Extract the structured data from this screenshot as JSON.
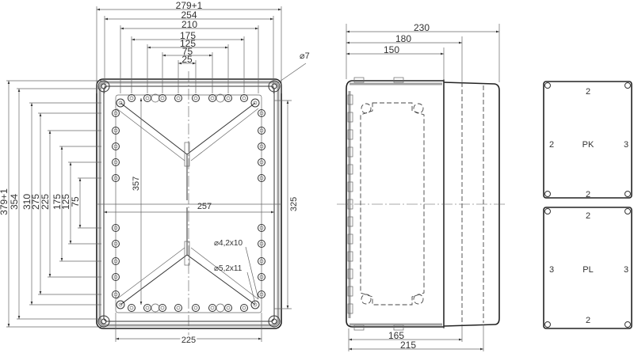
{
  "front_view": {
    "top_dims": [
      "279+1",
      "254",
      "210",
      "175",
      "125",
      "75",
      "25"
    ],
    "left_dims": [
      "379+1",
      "354",
      "310",
      "275",
      "225",
      "175",
      "125",
      "75"
    ],
    "dim_357": "357",
    "dim_325": "325",
    "dim_257": "257",
    "dim_225": "225",
    "hole_dia": "⌀7",
    "screw_a": "⌀4,2x10",
    "screw_b": "⌀5,2x11"
  },
  "side_view": {
    "top_dims": [
      "230",
      "180",
      "150"
    ],
    "bottom_dims": [
      "165",
      "215"
    ]
  },
  "panels": [
    {
      "name": "PK",
      "top": "2",
      "left": "2",
      "right": "3",
      "bottom": "2"
    },
    {
      "name": "PL",
      "top": "2",
      "left": "3",
      "right": "3",
      "bottom": "2"
    }
  ]
}
